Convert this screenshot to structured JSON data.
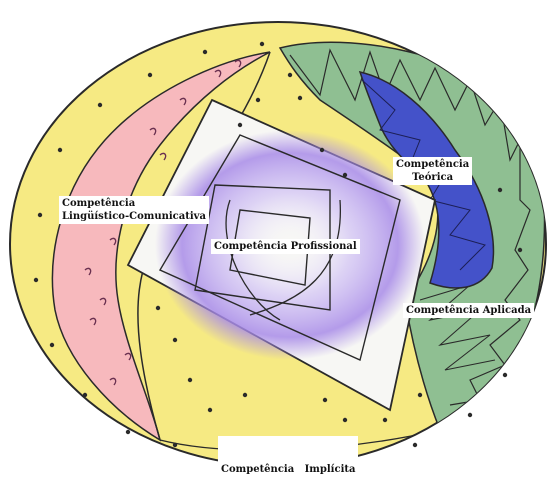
{
  "diagram": {
    "labels": {
      "linguistica": [
        "Competência",
        "Lingüístico-Comunicativa"
      ],
      "teorica": [
        "Competência",
        "Teórica"
      ],
      "profissional": "Competência Profissional",
      "aplicada": "Competência Aplicada",
      "implicita": "Competência   Implícita"
    },
    "colors": {
      "outer_yellow": "#f6ea83",
      "pink": "#f7b9bd",
      "green": "#8fbf92",
      "blue": "#4452c9",
      "white_square": "#f7f7f4",
      "purple": "#b79ff0",
      "outline": "#2a2a2a"
    }
  }
}
